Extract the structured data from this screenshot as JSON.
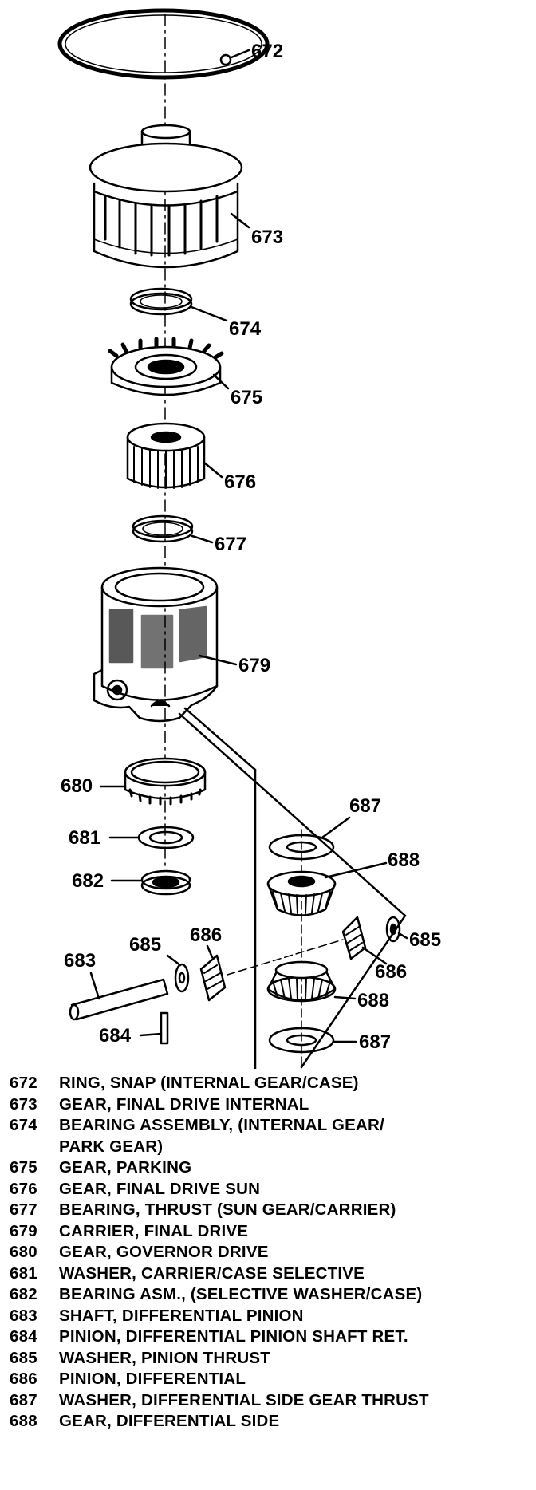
{
  "callouts": {
    "c672": "672",
    "c673": "673",
    "c674": "674",
    "c675": "675",
    "c676": "676",
    "c677": "677",
    "c679": "679",
    "c680": "680",
    "c681": "681",
    "c682": "682",
    "c683": "683",
    "c684": "684",
    "c685a": "685",
    "c686a": "686",
    "c687a": "687",
    "c688a": "688",
    "c685b": "685",
    "c686b": "686",
    "c688b": "688",
    "c687b": "687"
  },
  "legend": [
    {
      "num": "672",
      "text": "RING, SNAP (INTERNAL GEAR/CASE)"
    },
    {
      "num": "673",
      "text": "GEAR, FINAL DRIVE INTERNAL"
    },
    {
      "num": "674",
      "text": "BEARING ASSEMBLY, (INTERNAL GEAR/\nPARK GEAR)"
    },
    {
      "num": "675",
      "text": "GEAR, PARKING"
    },
    {
      "num": "676",
      "text": "GEAR, FINAL DRIVE SUN"
    },
    {
      "num": "677",
      "text": "BEARING, THRUST (SUN GEAR/CARRIER)"
    },
    {
      "num": "679",
      "text": "CARRIER, FINAL DRIVE"
    },
    {
      "num": "680",
      "text": "GEAR, GOVERNOR DRIVE"
    },
    {
      "num": "681",
      "text": "WASHER, CARRIER/CASE SELECTIVE"
    },
    {
      "num": "682",
      "text": "BEARING ASM., (SELECTIVE WASHER/CASE)"
    },
    {
      "num": "683",
      "text": "SHAFT, DIFFERENTIAL PINION"
    },
    {
      "num": "684",
      "text": "PINION, DIFFERENTIAL PINION SHAFT RET."
    },
    {
      "num": "685",
      "text": "WASHER, PINION THRUST"
    },
    {
      "num": "686",
      "text": "PINION, DIFFERENTIAL"
    },
    {
      "num": "687",
      "text": "WASHER, DIFFERENTIAL SIDE GEAR THRUST"
    },
    {
      "num": "688",
      "text": "GEAR, DIFFERENTIAL SIDE"
    }
  ]
}
